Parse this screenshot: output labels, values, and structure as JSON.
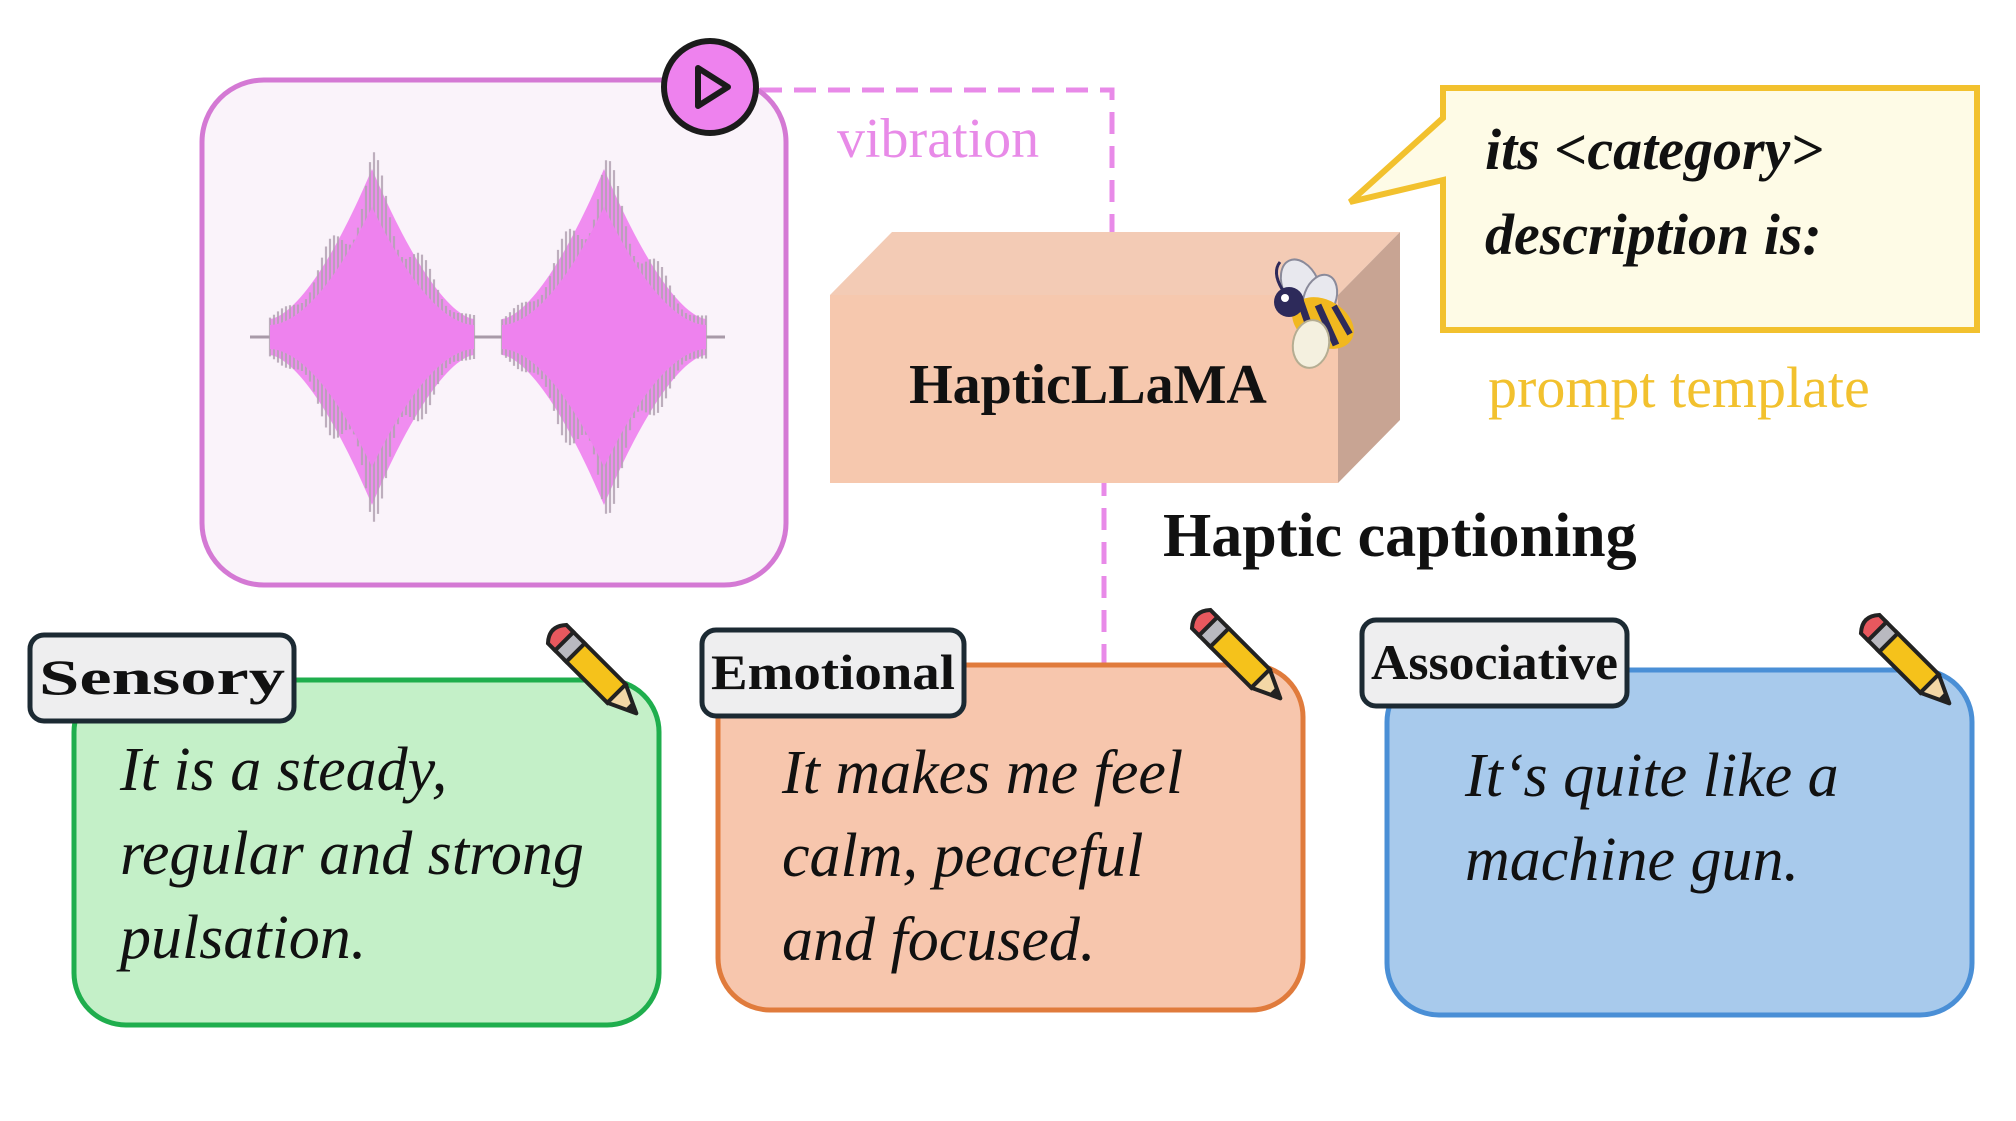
{
  "model": {
    "name": "HapticLLaMA",
    "task_label": "Haptic captioning",
    "box_color": "#f6c8ae",
    "box_top_color": "#f3cbb5",
    "box_side_color": "#c8a493",
    "mascot_icon": "bee-icon"
  },
  "vibration": {
    "label": "vibration",
    "color": "#e88ae8",
    "panel_stroke": "#d479d4",
    "panel_fill": "#faf3fa",
    "play_icon": "play-icon",
    "wave_color": "#ee82ee",
    "wave_outline": "#b3a3b3"
  },
  "prompt": {
    "line1": "its <category>",
    "line2": "description is:",
    "caption": "prompt template",
    "stroke": "#f2c12e",
    "fill": "#fefbe6"
  },
  "captions": [
    {
      "tag": "Sensory",
      "lines": [
        "It is a steady,",
        "regular and strong",
        "pulsation."
      ],
      "fill": "#c4f0c8",
      "stroke": "#1fae4d"
    },
    {
      "tag": "Emotional",
      "lines": [
        "It makes me feel",
        "calm, peaceful",
        "and focused."
      ],
      "fill": "#f7c6ad",
      "stroke": "#e07b3c"
    },
    {
      "tag": "Associative",
      "lines": [
        "It‘s quite like a",
        "machine gun."
      ],
      "fill": "#a8caec",
      "stroke": "#4a8fd6"
    }
  ],
  "tag_style": {
    "fill": "#eeeeef",
    "stroke": "#1c2a33"
  },
  "icons": {
    "edit": "pencil-icon"
  }
}
